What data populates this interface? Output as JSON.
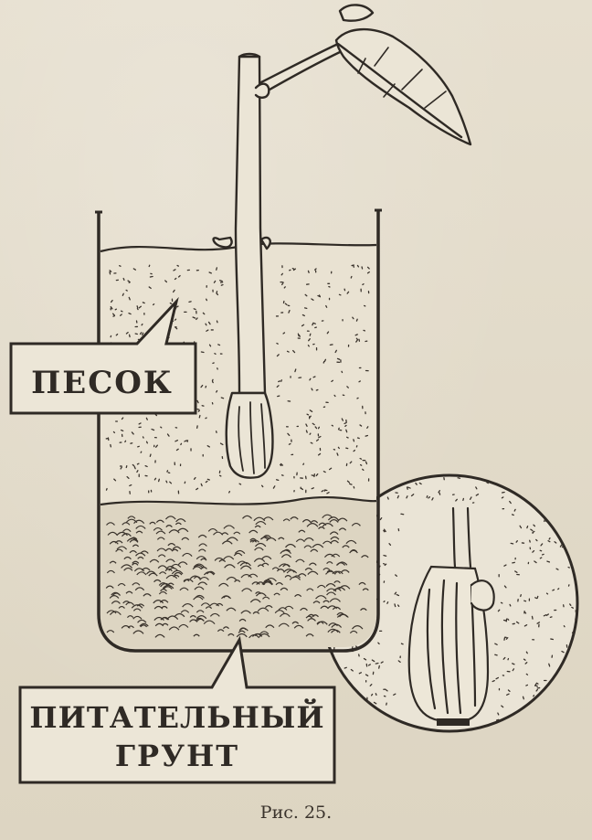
{
  "labels": {
    "sand": "ПЕСОК",
    "nutrient_line1": "ПИТАТЕЛЬНЫЙ",
    "nutrient_line2": "ГРУНТ"
  },
  "caption": "Рис. 25.",
  "colors": {
    "paper": "#e3dccb",
    "ink": "#2f2a25",
    "label_fill": "#ece6d7"
  }
}
